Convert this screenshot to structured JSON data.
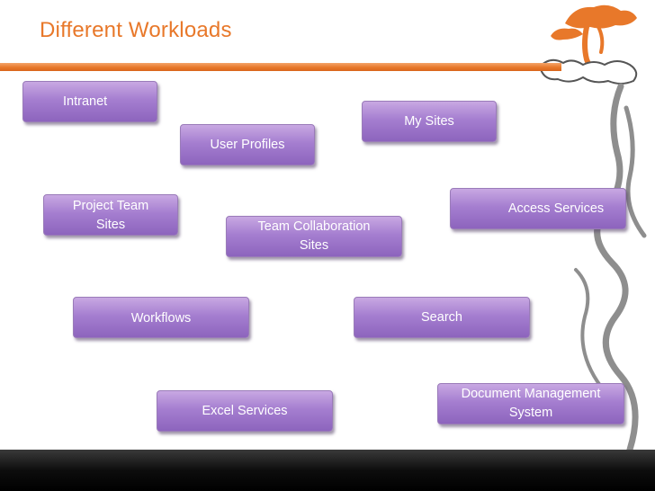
{
  "slide": {
    "title": "Different Workloads",
    "colors": {
      "accent": "#e8782a",
      "box_fill": "#a57ed0",
      "box_border": "#9a7bb9",
      "footer": "#000000"
    },
    "workloads": [
      {
        "label": "Intranet"
      },
      {
        "label": "My Sites"
      },
      {
        "label": "User Profiles"
      },
      {
        "label": "Project Team\nSites"
      },
      {
        "label": "Access Services"
      },
      {
        "label": "Team Collaboration\nSites"
      },
      {
        "label": "Workflows"
      },
      {
        "label": "Search"
      },
      {
        "label": "Document Management\nSystem"
      },
      {
        "label": "Excel Services"
      }
    ]
  }
}
